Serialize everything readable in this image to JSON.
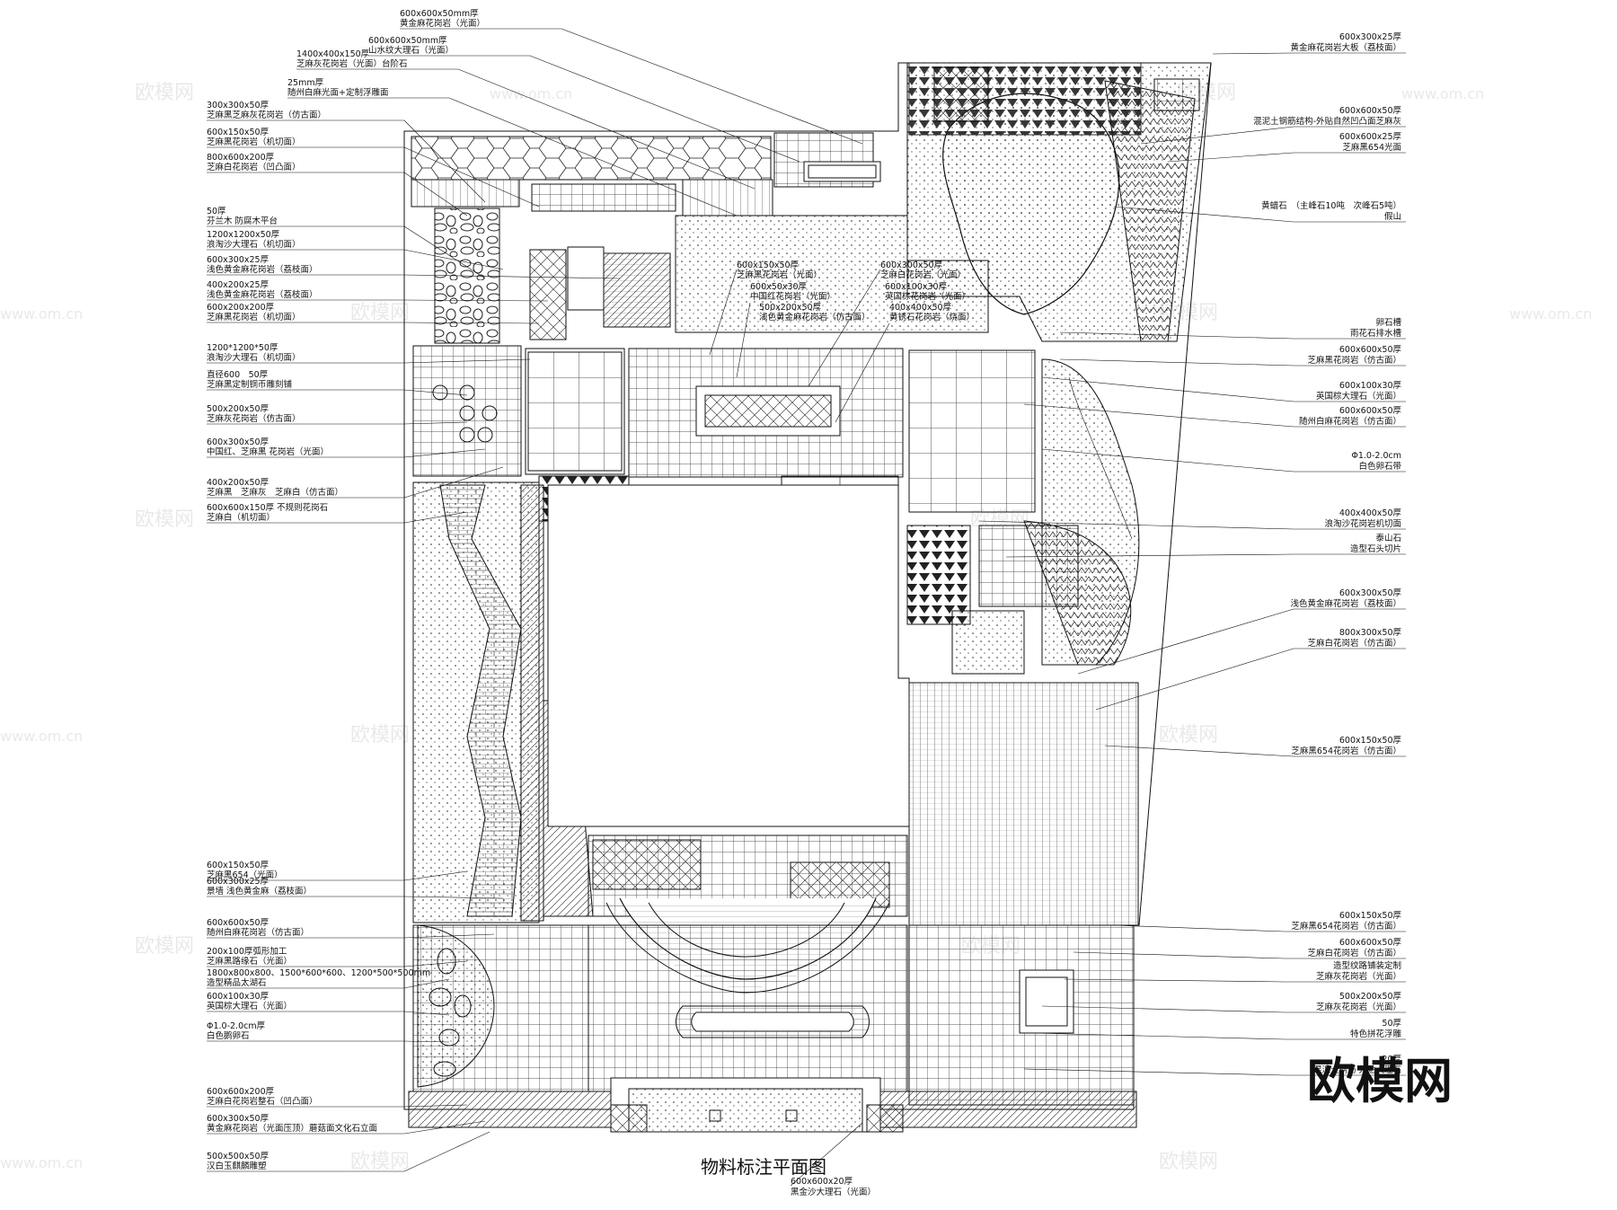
{
  "title": "物料标注平面图",
  "brand_logo": "欧模网",
  "watermark": {
    "text": "欧模网",
    "url": "www.om.cn"
  },
  "left_notes": [
    "600x600x50mm厚",
    "黄金麻花岗岩（光面）",
    "600x600x50mm厚",
    "山水纹大理石（光面）",
    "1400x400x150厚",
    "芝麻灰花岗岩（光面）台阶石",
    "25mm厚",
    "随州白麻光面+定制浮雕面",
    "300x300x50厚",
    "芝麻黑芝麻灰花岗岩（仿古面）",
    "600x150x50厚",
    "芝麻黑花岗岩（机切面）",
    "800x600x200厚",
    "芝麻白花岗岩（凹凸面）",
    "50厚",
    "芬兰木 防腐木平台",
    "1200x1200x50厚",
    "浪淘沙大理石（机切面）",
    "600x300x25厚",
    "浅色黄金麻花岗岩（荔枝面）",
    "400x200x25厚",
    "浅色黄金麻花岗岩（荔枝面）",
    "600x200x200厚",
    "芝麻黑花岗岩（机切面）",
    "1200*1200*50厚",
    "浪淘沙大理石（机切面）",
    "直径600　50厚",
    "芝麻黑定制铜币雕刻铺",
    "500x200x50厚",
    "芝麻灰花岗岩（仿古面）",
    "600x300x50厚",
    "中国红、芝麻黑 花岗岩（光面）",
    "400x200x50厚",
    "芝麻黑　芝麻灰　芝麻白（仿古面）",
    "600x600x150厚 不规则花岗石",
    "芝麻白（机切面）"
  ],
  "left_notes_lower": [
    "600x150x50厚",
    "芝麻黑654（光面）",
    "600x300x25厚",
    "景墙 浅色黄金麻（荔枝面）",
    "600x600x50厚",
    "随州白麻花岗岩（仿古面）",
    "200x100厚弧形加工",
    "芝麻黑路缘石（光面）",
    "1800x800x800、1500*600*600、1200*500*500mm",
    "造型精品太湖石",
    "600x100x30厚",
    "英国棕大理石（光面）",
    "Φ1.0-2.0cm厚",
    "白色鹅卵石",
    "600x600x200厚",
    "芝麻白花岗岩整石（凹凸面）",
    "600x300x50厚",
    "黄金麻花岗岩（光面压顶）蘑菇面文化石立面",
    "500x500x50厚",
    "汉白玉麒麟雕塑"
  ],
  "center_notes": [
    "600x150x50厚",
    "芝麻黑花岗岩（光面）",
    "600x50x30厚",
    "中国红花岗岩（光面）",
    "500x200x50厚",
    "浅色黄金麻花岗岩（仿古面）",
    "600x300x50厚",
    "芝麻白花岗岩（光面）",
    "600x100x30厚",
    "英国棕花岗岩（光面）",
    "400x400x50厚",
    "黄锈石花岗岩（烧面）"
  ],
  "bottom_notes": [
    "600x600x20厚",
    "黑金沙大理石（光面）"
  ],
  "right_notes": [
    "600x300x25厚",
    "黄金麻花岗岩大板（荔枝面）",
    "600x600x50厚",
    "混泥土钢筋结构-外贴自然凹凸面芝麻灰",
    "600x600x25厚",
    "芝麻黑654光面",
    "黄蜡石　（主峰石10吨　次峰石5吨）",
    "假山",
    "卵石槽",
    "雨花石排水槽",
    "600x600x50厚",
    "芝麻黑花岗岩（仿古面）",
    "600x100x30厚",
    "英国棕大理石（光面）",
    "600x600x50厚",
    "随州白麻花岗岩（仿古面）",
    "Φ1.0-2.0cm",
    "白色卵石带",
    "400x400x50厚",
    "浪淘沙花岗岩机切面",
    "泰山石",
    "造型石头切片",
    "600x300x50厚",
    "浅色黄金麻花岗岩（荔枝面）",
    "800x300x50厚",
    "芝麻白花岗岩（仿古面）",
    "600x150x50厚",
    "芝麻黑654花岗岩（仿古面）"
  ],
  "right_notes_lower": [
    "600x150x50厚",
    "芝麻黑654花岗岩（仿古面）",
    "600x600x50厚",
    "芝麻白花岗岩（仿古面）",
    "造型纹路铺装定制",
    "芝麻灰花岗岩（光面）",
    "500x200x50厚",
    "芝麻灰花岗岩（光面）",
    "50厚",
    "特色拼花浮雕",
    "20厚",
    "混泥土钢筋 外贴大理石"
  ]
}
